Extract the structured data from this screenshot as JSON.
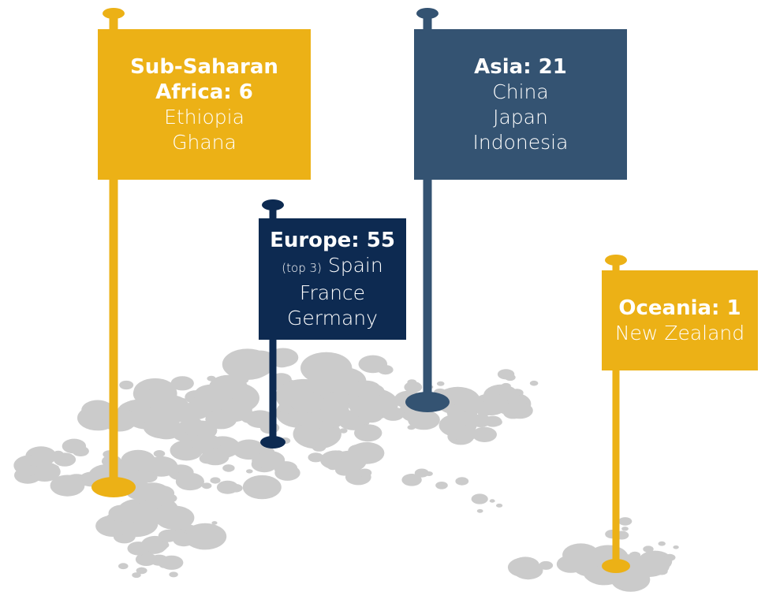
{
  "colors": {
    "africa": "#ECB116",
    "asia": "#345372",
    "europe": "#0D2A51",
    "oceania": "#ECB116",
    "map_dot": "#CBCBCB"
  },
  "regions": [
    {
      "key": "africa",
      "title_lines": [
        "Sub-Saharan",
        "Africa: 6"
      ],
      "countries": [
        "Ethiopia",
        "Ghana"
      ]
    },
    {
      "key": "asia",
      "title_lines": [
        "Asia: 21"
      ],
      "countries": [
        "China",
        "Japan",
        "Indonesia"
      ]
    },
    {
      "key": "europe",
      "title_lines": [
        "Europe: 55"
      ],
      "prefix": "(top 3)",
      "countries": [
        "Spain",
        "France",
        "Germany"
      ]
    },
    {
      "key": "oceania",
      "title_lines": [
        "Oceania: 1"
      ],
      "countries": [
        "New Zealand"
      ]
    }
  ]
}
